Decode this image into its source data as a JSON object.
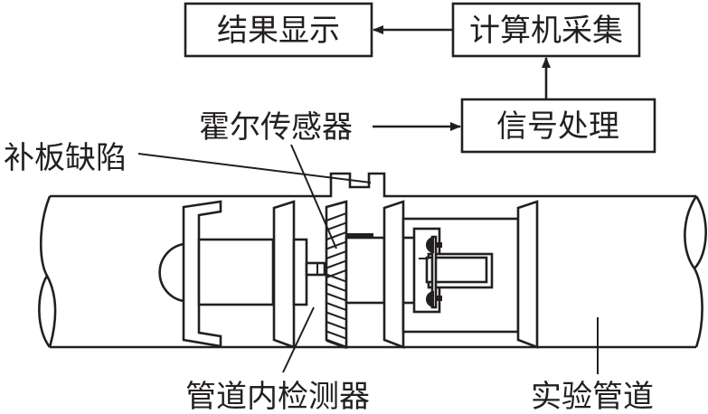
{
  "diagram": {
    "title": "",
    "blocks": {
      "result_display": "结果显示",
      "computer_acquisition": "计算机采集",
      "signal_processing": "信号处理"
    },
    "labels": {
      "hall_sensor": "霍尔传感器",
      "patch_plate_defect": "补板缺陷",
      "in_pipe_detector": "管道内检测器",
      "test_pipe": "实验管道"
    },
    "flow": [
      {
        "from": "霍尔传感器",
        "to": "信号处理"
      },
      {
        "from": "信号处理",
        "to": "计算机采集"
      },
      {
        "from": "计算机采集",
        "to": "结果显示"
      }
    ],
    "colors": {
      "ink": "#231f20",
      "background": "#ffffff"
    }
  }
}
